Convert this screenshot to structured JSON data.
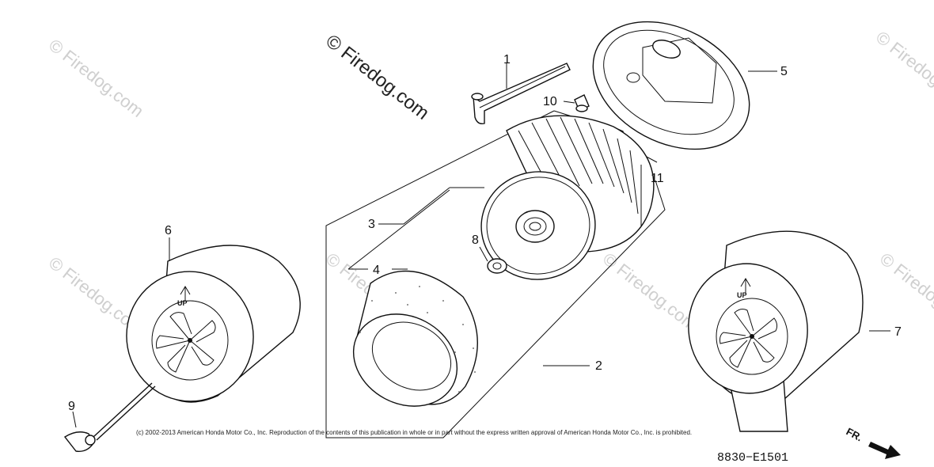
{
  "watermark": {
    "main": "© Firedog.com",
    "faint": "© Firedog.com"
  },
  "callouts": {
    "c1": "1",
    "c2": "2",
    "c3": "3",
    "c4": "4",
    "c5": "5",
    "c6": "6",
    "c7": "7",
    "c8": "8",
    "c9": "9",
    "c10": "10",
    "c11": "11"
  },
  "up_label": "UP",
  "direction_label": "FR.",
  "copyright": "(c) 2002-2013 American Honda Motor Co., Inc. Reproduction of the contents of this publication in whole or in part without the express written approval of American Honda Motor Co., Inc. is prohibited.",
  "diagram_code": "8830−E1501",
  "colors": {
    "line": "#111111",
    "watermark": "#cfcfcf"
  }
}
